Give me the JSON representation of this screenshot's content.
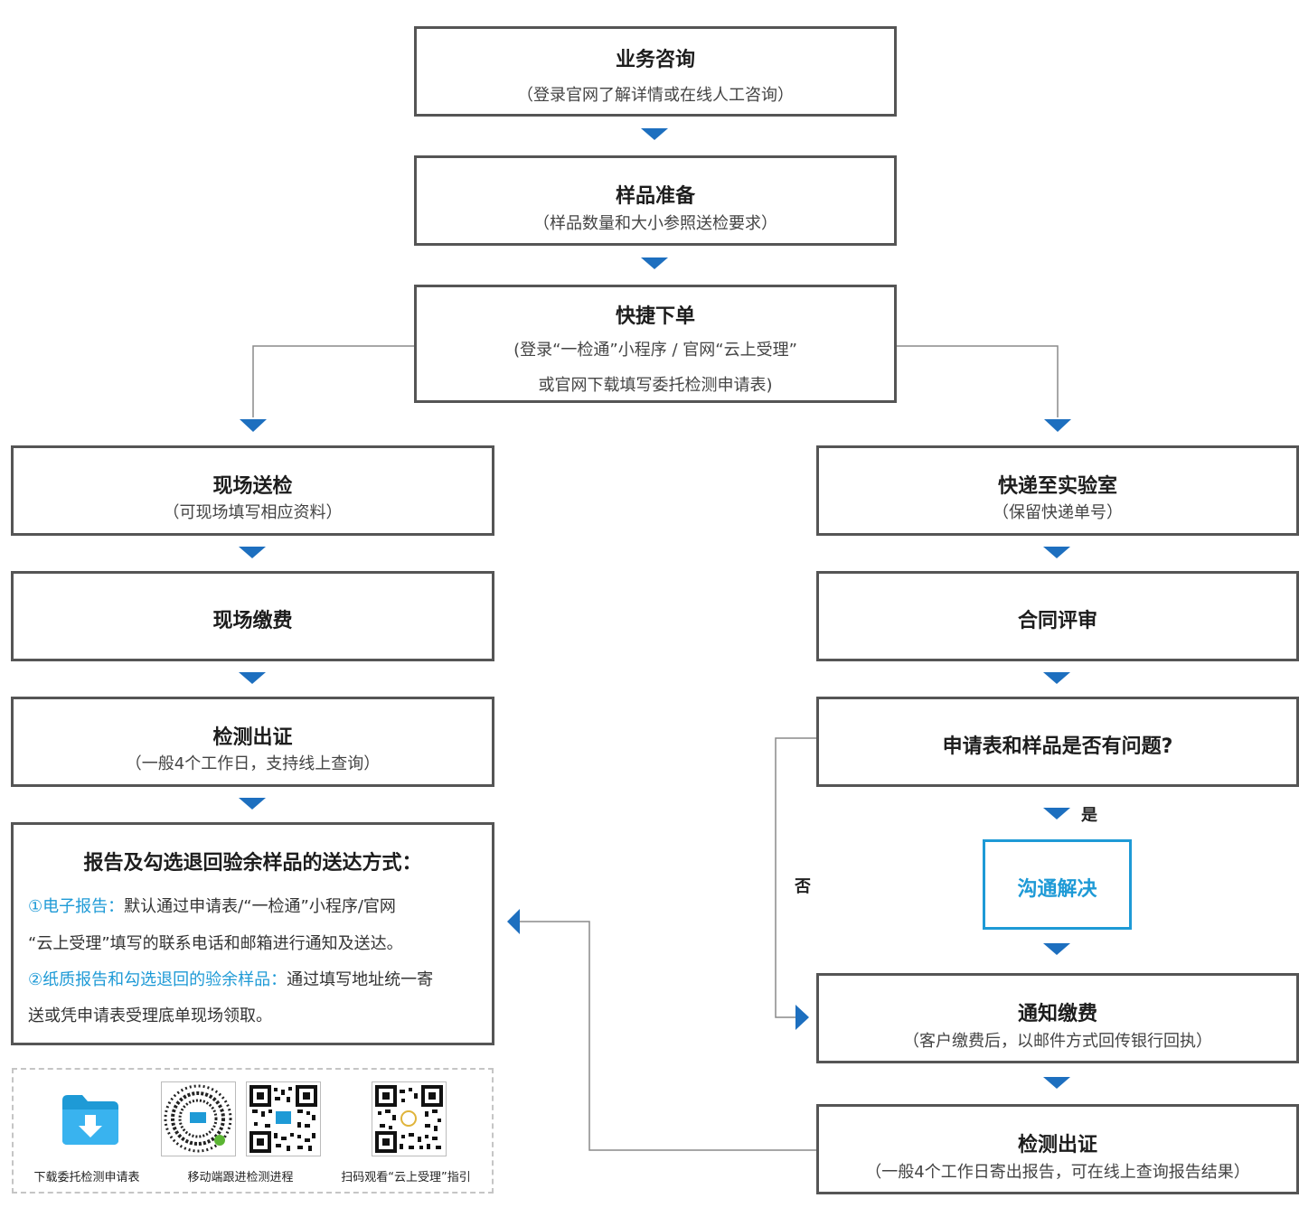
{
  "steps": {
    "consult": {
      "title": "业务咨询",
      "sub": "（登录官网了解详情或在线人工咨询）"
    },
    "sample_prep": {
      "title": "样品准备",
      "sub": "（样品数量和大小参照送检要求）"
    },
    "quick_order": {
      "title": "快捷下单",
      "sub1": "(登录“一检通”小程序 / 官网“云上受理”",
      "sub2": "或官网下载填写委托检测申请表)"
    },
    "onsite_submit": {
      "title": "现场送检",
      "sub": "（可现场填写相应资料）"
    },
    "onsite_pay": {
      "title": "现场缴费"
    },
    "onsite_cert": {
      "title": "检测出证",
      "sub": "（一般4个工作日，支持线上查询）"
    },
    "express": {
      "title": "快递至实验室",
      "sub": "（保留快递单号）"
    },
    "contract_review": {
      "title": "合同评审"
    },
    "question": {
      "title": "申请表和样品是否有问题?"
    },
    "resolve": {
      "title": "沟通解决"
    },
    "notify_pay": {
      "title": "通知缴费",
      "sub": "（客户缴费后，以邮件方式回传银行回执）"
    },
    "express_cert": {
      "title": "检测出证",
      "sub": "（一般4个工作日寄出报告，可在线上查询报告结果）"
    }
  },
  "labels": {
    "yes": "是",
    "no": "否"
  },
  "delivery": {
    "title": "报告及勾选退回验余样品的送达方式：",
    "item1_label": "①电子报告：",
    "item1_text1": "默认通过申请表/“一检通”小程序/官网",
    "item1_text2": "“云上受理”填写的联系电话和邮箱进行通知及送达。",
    "item2_label": "②纸质报告和勾选退回的验余样品：",
    "item2_text1": "通过填写地址统一寄",
    "item2_text2": "送或凭申请表受理底单现场领取。"
  },
  "resources": {
    "download": "下载委托检测申请表",
    "mobile": "移动端跟进检测进程",
    "guide": "扫码观看“云上受理”指引"
  },
  "colors": {
    "accent": "#1e9ad6",
    "arrow": "#1d6fbf",
    "border": "#555555"
  }
}
